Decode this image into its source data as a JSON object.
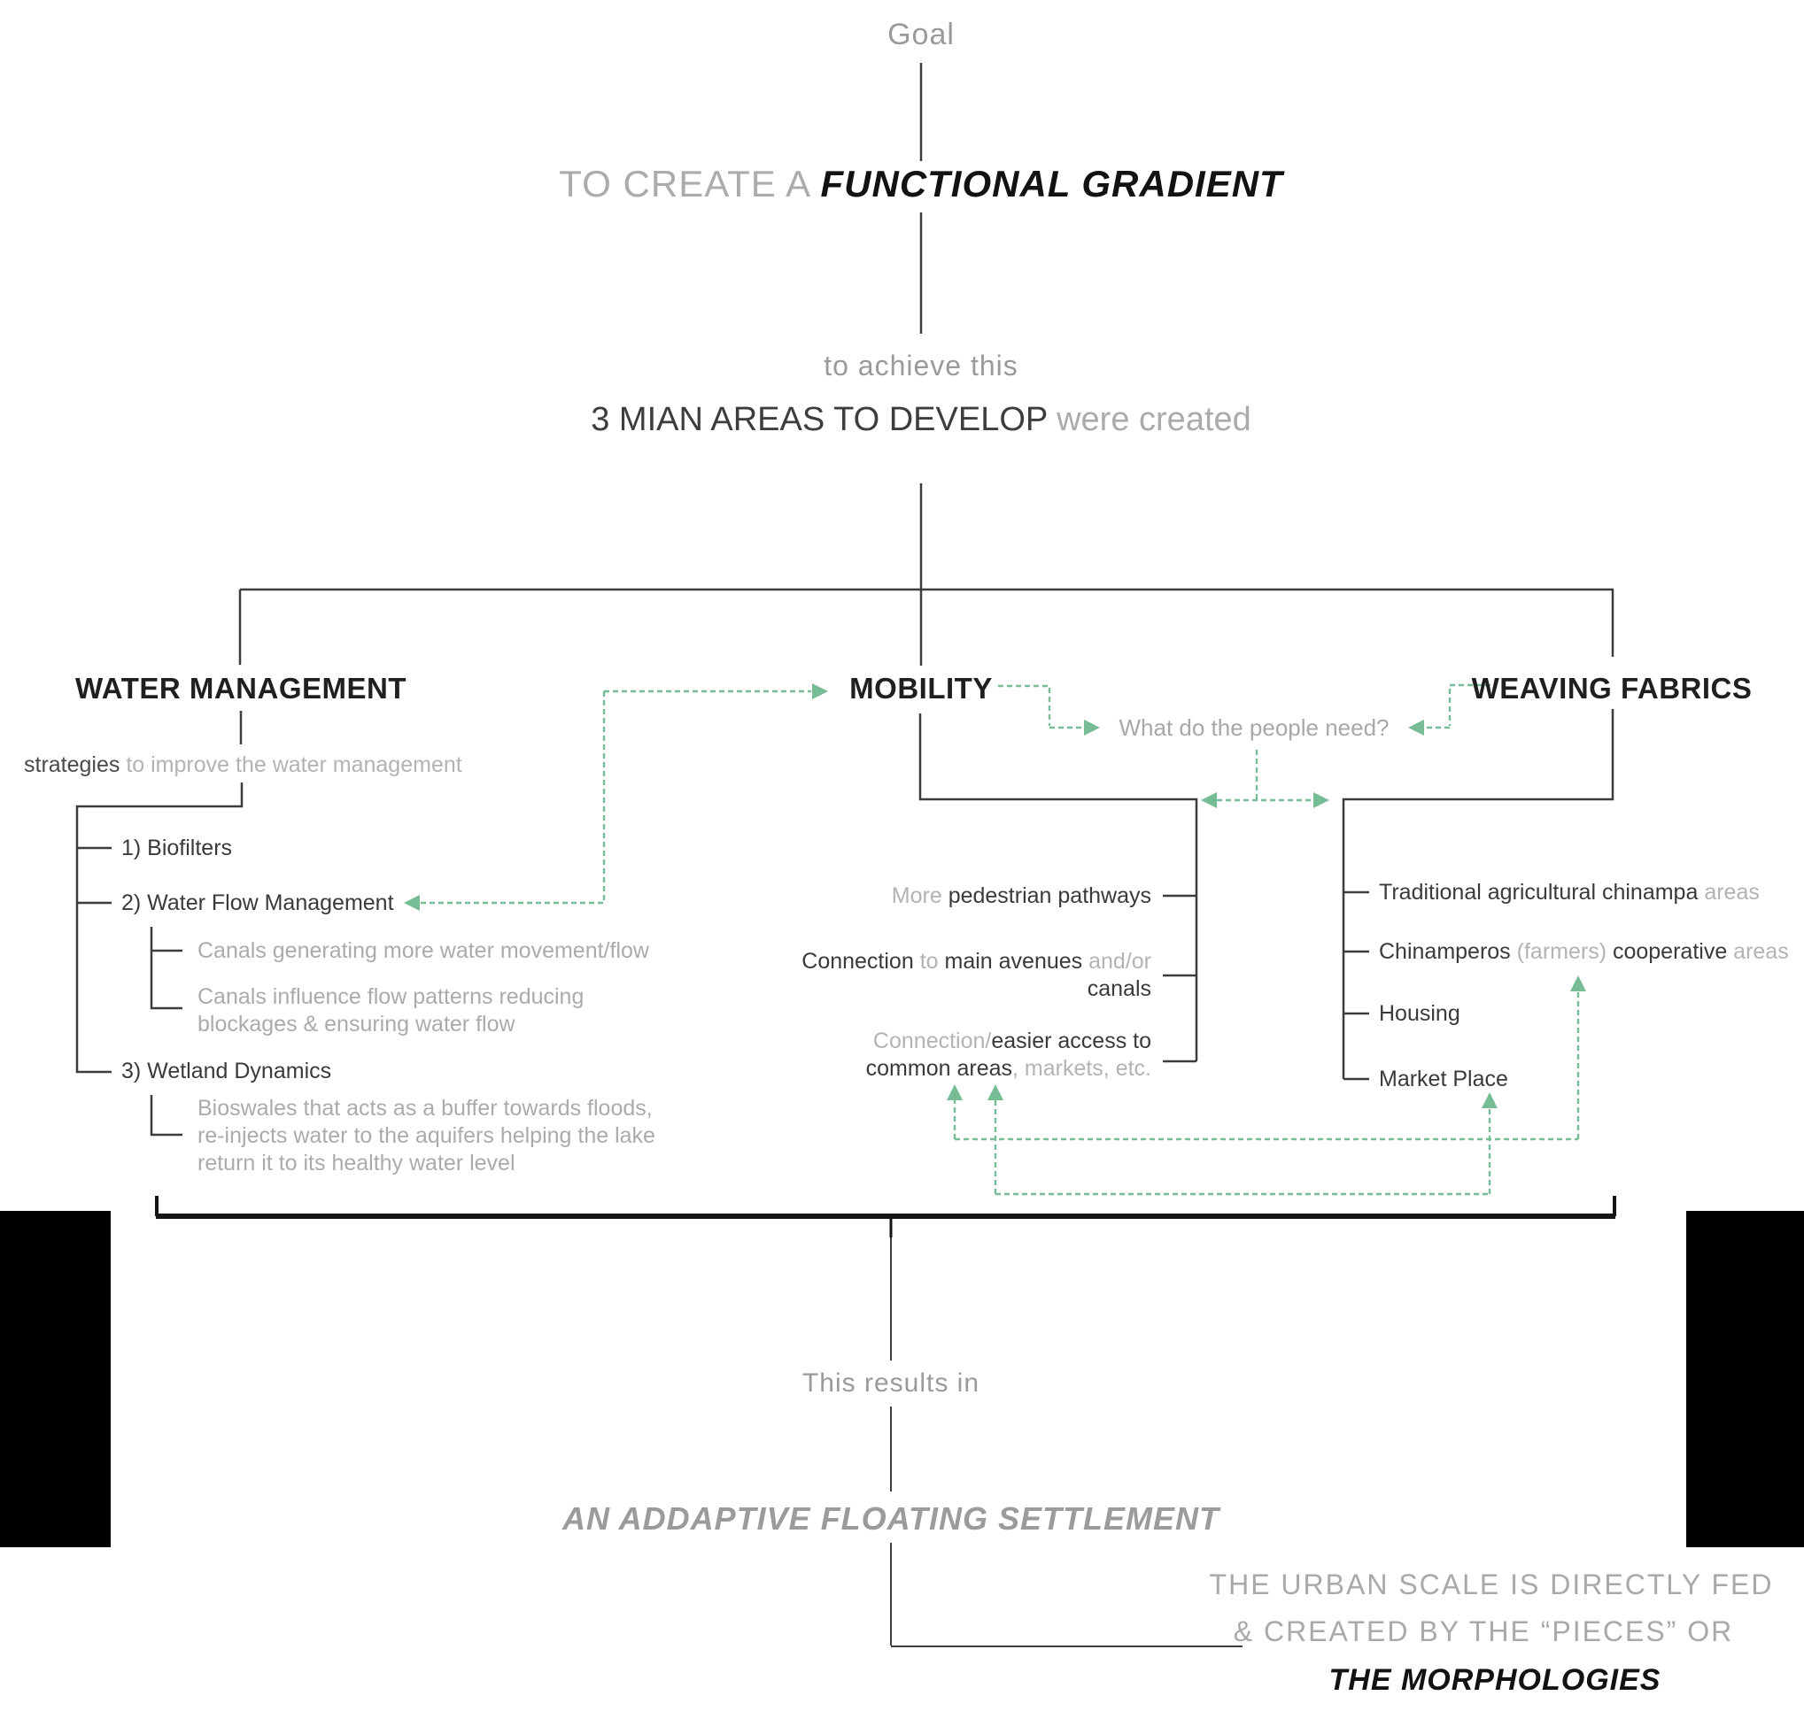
{
  "top": {
    "goal": "Goal",
    "title_lead": "TO CREATE A ",
    "title_main": "FUNCTIONAL GRADIENT",
    "achieve": "to achieve this",
    "areas_main": "3 MIAN AREAS TO DEVELOP",
    "areas_tail": " were created"
  },
  "water": {
    "heading": "WATER MANAGEMENT",
    "subtitle_lead": "strategies",
    "subtitle_rest": " to improve the water management",
    "item1": "1) Biofilters",
    "item2": "2) Water Flow Management",
    "item2_sub1": "Canals generating more water movement/flow",
    "item2_sub2a": "Canals influence flow patterns reducing",
    "item2_sub2b": "blockages  & ensuring water flow",
    "item3": "3) Wetland Dynamics",
    "item3_sub1a": "Bioswales that acts as a buffer towards floods,",
    "item3_sub1b": "re-injects water to the aquifers helping the lake",
    "item3_sub1c": "return it to its healthy water level"
  },
  "mobility": {
    "heading": "MOBILITY",
    "question": "What do the people need?",
    "item1_muted": "More ",
    "item1_main": "pedestrian pathways",
    "item2_a": "Connection ",
    "item2_b": "to ",
    "item2_c": "main avenues ",
    "item2_d": "and/or",
    "item2_line2": "canals",
    "item3_a": "Connection/",
    "item3_b": "easier access to",
    "item3_c": "common areas",
    "item3_d": ", markets, etc."
  },
  "weaving": {
    "heading": "WEAVING FABRICS",
    "item1_main": "Traditional agricultural chinampa",
    "item1_tail": " areas",
    "item2_a": "Chinamperos ",
    "item2_b": "(farmers) ",
    "item2_c": "cooperative ",
    "item2_d": "areas",
    "item3": "Housing",
    "item4": "Market Place"
  },
  "bottom": {
    "results": "This results in",
    "settlement": "AN ADDAPTIVE FLOATING SETTLEMENT",
    "urban_line1": "THE URBAN SCALE IS DIRECTLY FED",
    "urban_line2": "& CREATED BY THE “PIECES” OR",
    "urban_line3": "THE MORPHOLOGIES"
  },
  "colors": {
    "line": "#3d3d3d",
    "green": "#76bd95",
    "black": "#151515",
    "muted_text": "#b3b3b3",
    "dark_text": "#3a3a3a"
  }
}
